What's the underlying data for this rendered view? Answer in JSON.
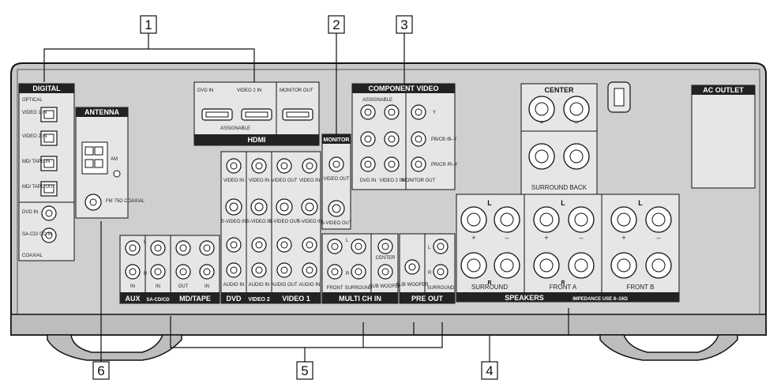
{
  "callouts": [
    "1",
    "2",
    "3",
    "4",
    "5",
    "6"
  ],
  "digital": {
    "title": "DIGITAL",
    "optical": "OPTICAL",
    "inputs": [
      "VIDEO 1 IN",
      "VIDEO 2 IN",
      "MD/ TAPE IN",
      "MD/ TAPE OUT"
    ],
    "coax_inputs": [
      "DVD IN",
      "SA-CD/ CD IN"
    ],
    "coaxial": "COAXIAL"
  },
  "antenna": {
    "title": "ANTENNA",
    "am": "AM",
    "fm": "FM 75Ω COAXIAL"
  },
  "hdmi": {
    "title": "HDMI",
    "ports": [
      "DVD IN",
      "VIDEO 2 IN",
      "MONITOR OUT"
    ],
    "assignable": "ASSIGNABLE"
  },
  "component_video": {
    "title": "COMPONENT VIDEO",
    "assignable": "ASSIGNABLE",
    "channels": [
      "Y",
      "PB/CB /B–Y",
      "PR/CR /R–Y"
    ],
    "cols": [
      "DVD IN",
      "VIDEO 2 IN",
      "MONITOR OUT"
    ]
  },
  "monitor": {
    "title": "MONITOR",
    "video_out": "VIDEO OUT",
    "svideo_out": "S-VIDEO OUT"
  },
  "av": {
    "video_cols": [
      "VIDEO IN",
      "VIDEO IN",
      "VIDEO OUT",
      "VIDEO IN"
    ],
    "svideo_cols": [
      "S-VIDEO IN",
      "S-VIDEO IN",
      "S-VIDEO OUT",
      "S-VIDEO IN"
    ],
    "audio_cols": [
      "AUDIO IN",
      "AUDIO IN",
      "AUDIO OUT",
      "AUDIO IN"
    ],
    "groups": [
      "DVD",
      "VIDEO 2",
      "VIDEO 1"
    ]
  },
  "audio": {
    "aux": "AUX",
    "sacd": "SA-CD/CD",
    "mdtape": "MD/TAPE",
    "in": "IN",
    "out": "OUT",
    "l": "L",
    "r": "R"
  },
  "multi_ch": {
    "title": "MULTI CH IN",
    "front": "FRONT",
    "surround": "SURROUND",
    "center": "CENTER",
    "sub": "SUB WOOFER"
  },
  "pre_out": {
    "title": "PRE OUT",
    "sub": "SUB WOOFER",
    "surround": "SURROUND"
  },
  "speakers": {
    "title": "SPEAKERS",
    "impedance": "IMPEDANCE USE 8–16Ω",
    "center": "CENTER",
    "surround_back": "SURROUND BACK",
    "surround": "SURROUND",
    "front_a": "FRONT A",
    "front_b": "FRONT B",
    "plus": "+",
    "minus": "–"
  },
  "ac_outlet": {
    "title": "AC OUTLET"
  }
}
